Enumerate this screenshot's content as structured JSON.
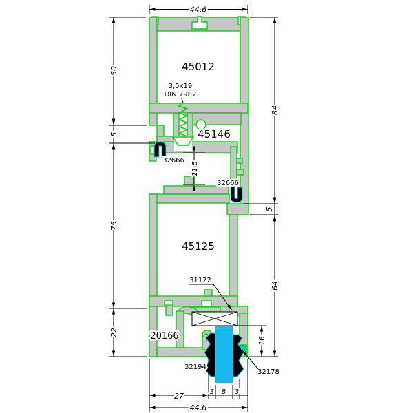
{
  "drawing": {
    "kind": "window-profile-cross-section",
    "profiles": {
      "frame": "45012",
      "transom": "45146",
      "sash": "45125",
      "bead": "20166"
    },
    "parts": {
      "gasket_upper": "32666",
      "gasket_lower": "32666",
      "support_block": "31122",
      "glazing_gasket_outer": "32194",
      "glazing_gasket_inner": "32178"
    },
    "screw": {
      "size": "3,5x19",
      "standard": "DIN 7982"
    },
    "dimensions": {
      "top_width": "44,6",
      "bottom_total": "44,6",
      "left_upper": "50",
      "left_step": "5",
      "left_mid": "75",
      "left_lower": "22",
      "right_total": "84",
      "right_step": "5",
      "right_lower": "64",
      "glass_height": "16",
      "transom_inner": "11,5",
      "bottom_seg_a": "27",
      "bottom_seg_b": "3",
      "bottom_seg_c": "8",
      "bottom_seg_d": "3"
    },
    "colors": {
      "profile_outline": "#00D900",
      "aluminum_fill": "#C6C6C6",
      "glass": "#18B7EE",
      "gasket": "#000000",
      "gasket_highlight": "#00E0FF",
      "dimension_lines": "#000000",
      "background": "#FFFFFF"
    }
  }
}
